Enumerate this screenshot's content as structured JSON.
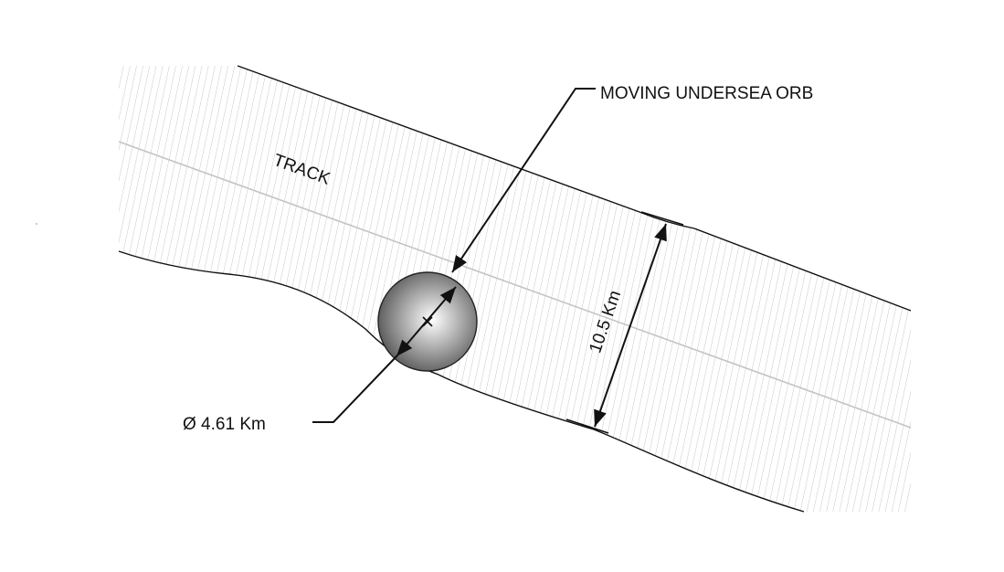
{
  "labels": {
    "track": "TRACK",
    "orb_callout": "MOVING UNDERSEA ORB",
    "orb_diameter": "Ø 4.61 Km",
    "track_width": "10.5 Km"
  },
  "colors": {
    "line": "#111111",
    "hatch": "#c8c8c8",
    "centerline": "#c4c4c4",
    "orb_center": "#ffffff",
    "orb_edge": "#555555"
  }
}
